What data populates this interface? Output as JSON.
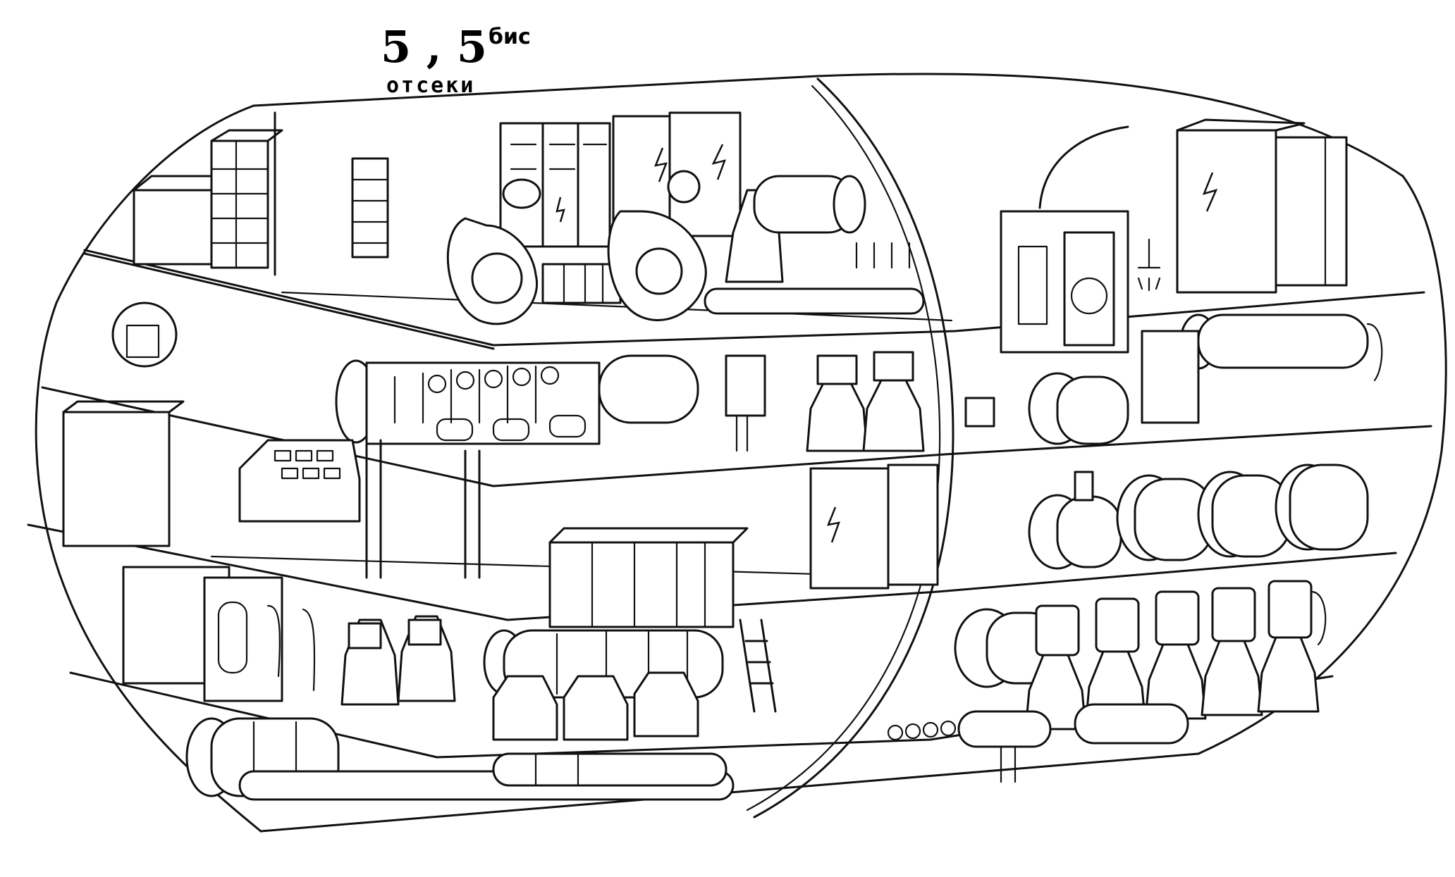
{
  "caption": {
    "title_main": "5 , 5",
    "title_suffix": "бис",
    "subtitle": "отсеки"
  },
  "colors": {
    "ink": "#111111",
    "paper": "#ffffff"
  }
}
